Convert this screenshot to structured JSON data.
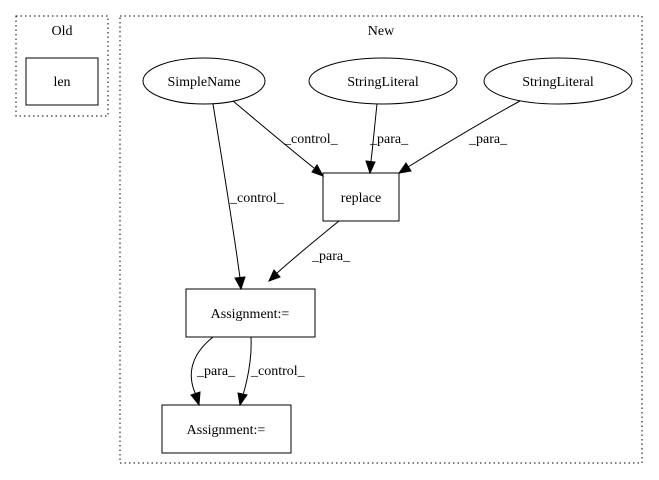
{
  "clusters": {
    "old": {
      "label": "Old"
    },
    "new": {
      "label": "New"
    }
  },
  "nodes": {
    "len": "len",
    "simple_name": "SimpleName",
    "string_literal_1": "StringLiteral",
    "string_literal_2": "StringLiteral",
    "replace": "replace",
    "assignment_1": "Assignment:=",
    "assignment_2": "Assignment:="
  },
  "edges": {
    "simplename_to_replace": "_control_",
    "stringliteral1_to_replace": "_para_",
    "stringliteral2_to_replace": "_para_",
    "simplename_to_assignment1": "_control_",
    "replace_to_assignment1": "_para_",
    "assignment1_to_assignment2_para": "_para_",
    "assignment1_to_assignment2_control": "_control_"
  }
}
